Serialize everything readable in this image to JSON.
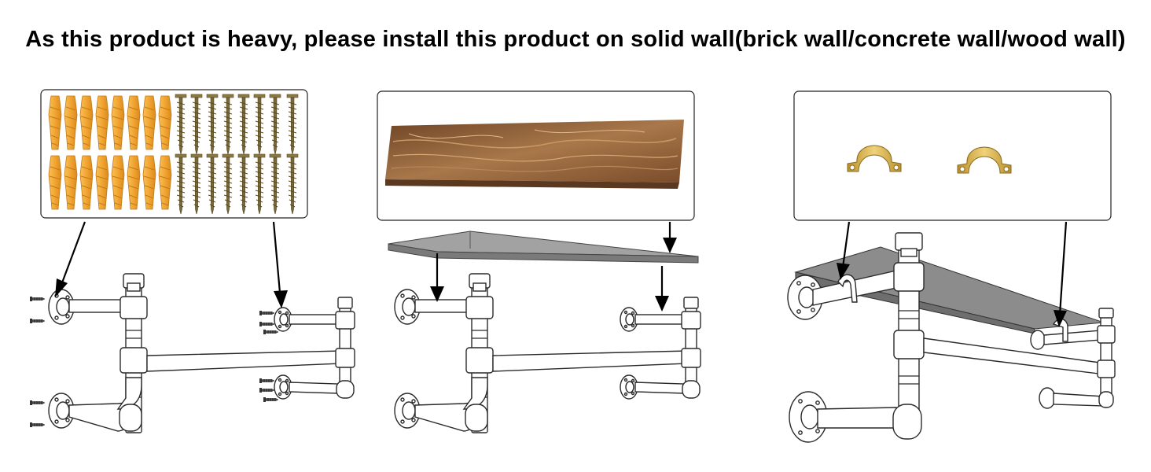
{
  "headline": "As this product is heavy, please install this product on solid wall(brick wall/concrete wall/wood wall)",
  "colors": {
    "anchor": "#f2a531",
    "screw": "#7a6a3a",
    "wood": "#8a5a34",
    "board": "#8c8c8c",
    "clamp": "#d9b24a"
  },
  "panels": [
    {
      "name": "anchors-and-screws",
      "icons": [
        "wall-anchor-icon",
        "screw-icon"
      ]
    },
    {
      "name": "wood-board",
      "icons": [
        "wood-board-icon"
      ]
    },
    {
      "name": "pipe-clamps",
      "icons": [
        "pipe-clamp-icon"
      ]
    }
  ]
}
